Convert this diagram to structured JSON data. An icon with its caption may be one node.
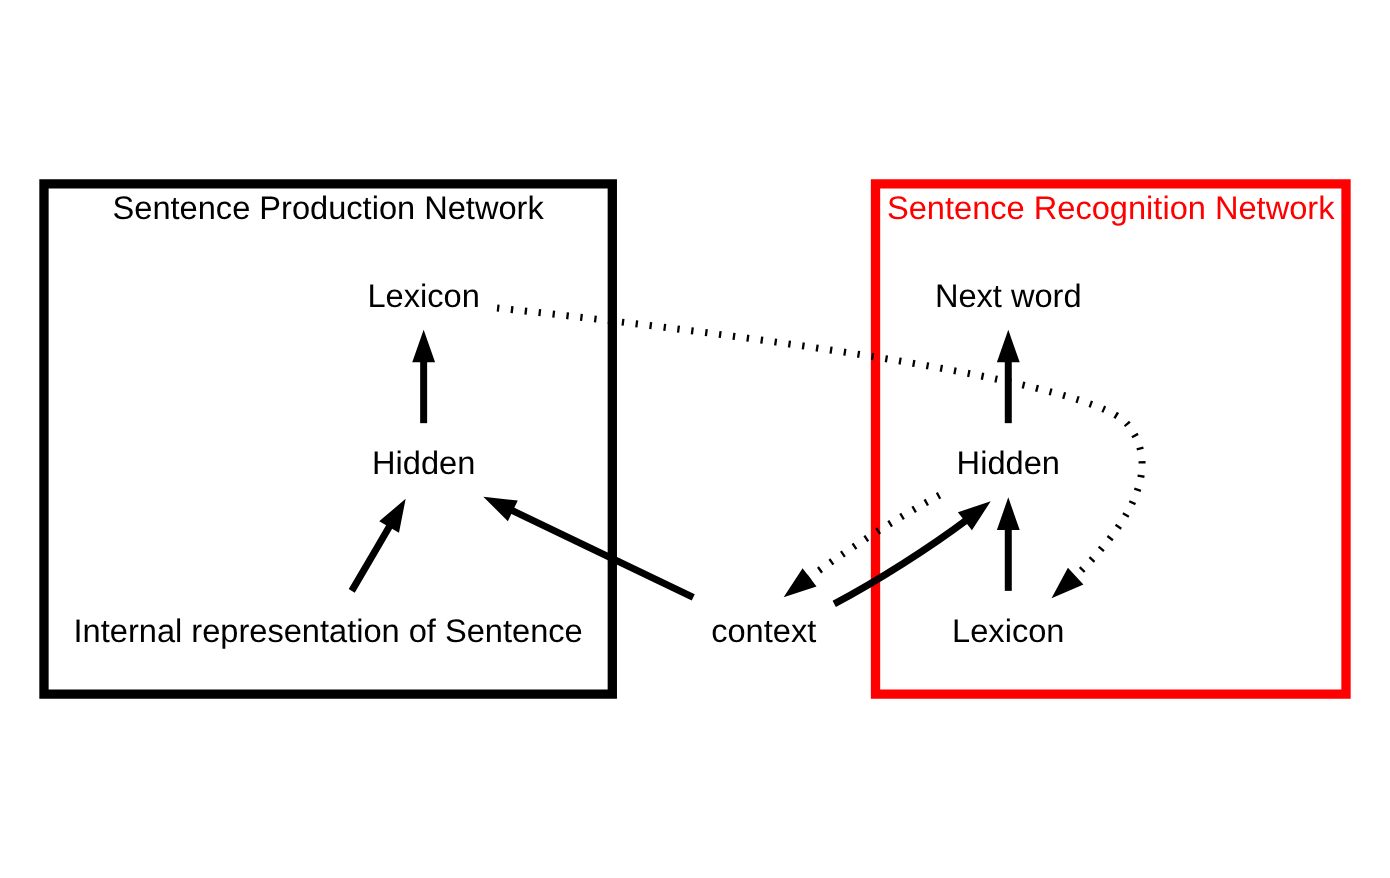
{
  "diagram": {
    "nodes": [
      {
        "text": [
          "Sentence Production Network"
        ]
      },
      {
        "text": [
          "Lexicon"
        ],
        "in": 0
      },
      {
        "text": [
          "Hidden"
        ],
        "in": 0
      },
      {
        "text": [
          "Internal representation of Sentence"
        ],
        "in": 0
      },
      {
        "text": [
          "Sentence Recognition Network"
        ]
      },
      {
        "text": [
          "Next word"
        ],
        "in": 4
      },
      {
        "text": [
          "Hidden"
        ],
        "in": 4
      },
      {
        "text": [
          "Lexicon"
        ],
        "in": 4
      },
      {
        "text": [
          "context"
        ]
      }
    ],
    "edges": [
      {
        "from": 3,
        "to": 2,
        "arrow": "to"
      },
      {
        "from": 2,
        "to": 1,
        "arrow": "to"
      },
      {
        "from": 8,
        "to": 2,
        "arrow": "to"
      },
      {
        "from": 8,
        "to": 6,
        "arrow": "to"
      },
      {
        "from": 6,
        "to": 8,
        "arrow": "to",
        "style": "dashed"
      },
      {
        "from": 7,
        "to": 6,
        "arrow": "to"
      },
      {
        "from": 6,
        "to": 5,
        "arrow": "to"
      },
      {
        "from": 1,
        "to": 7,
        "arrow": "to",
        "style": "dashed"
      }
    ]
  }
}
